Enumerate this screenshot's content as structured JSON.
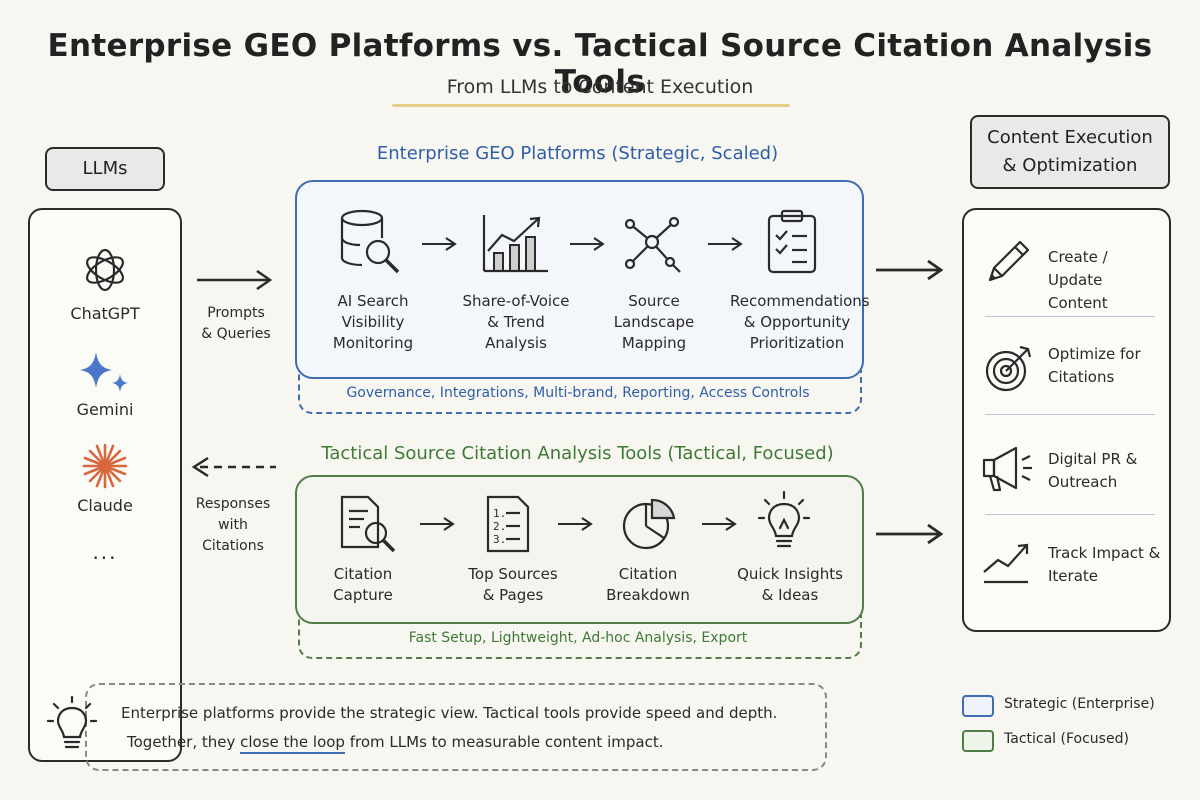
{
  "title": "Enterprise GEO Platforms vs. Tactical Source Citation Analysis Tools",
  "subtitle": "From LLMs to Content Execution",
  "colors": {
    "strategic": "#3f6db3",
    "tactical": "#4f7f44",
    "accent_yellow": "#e4cf86",
    "claude_orange": "#d9673c",
    "gemini_blue": "#4a78c8"
  },
  "llms": {
    "header": "LLMs",
    "items": [
      {
        "label": "ChatGPT",
        "icon": "openai-knot-icon"
      },
      {
        "label": "Gemini",
        "icon": "sparkle-icon"
      },
      {
        "label": "Claude",
        "icon": "asterisk-burst-icon"
      }
    ],
    "more": "..."
  },
  "flows": {
    "prompts_label": "Prompts\n& Queries",
    "responses_label": "Responses\nwith\nCitations"
  },
  "strategic": {
    "title": "Enterprise GEO Platforms (Strategic, Scaled)",
    "steps": [
      {
        "label": "AI Search\nVisibility\nMonitoring",
        "icon": "database-search-icon"
      },
      {
        "label": "Share-of-Voice\n& Trend\nAnalysis",
        "icon": "bar-trend-icon"
      },
      {
        "label": "Source\nLandscape\nMapping",
        "icon": "network-nodes-icon"
      },
      {
        "label": "Recommendations\n& Opportunity\nPrioritization",
        "icon": "clipboard-checklist-icon"
      }
    ],
    "footer": "Governance, Integrations, Multi-brand, Reporting, Access Controls"
  },
  "tactical": {
    "title": "Tactical Source Citation Analysis Tools (Tactical, Focused)",
    "steps": [
      {
        "label": "Citation\nCapture",
        "icon": "document-search-icon"
      },
      {
        "label": "Top Sources\n& Pages",
        "icon": "numbered-list-icon"
      },
      {
        "label": "Citation\nBreakdown",
        "icon": "pie-chart-icon"
      },
      {
        "label": "Quick Insights\n& Ideas",
        "icon": "lightbulb-icon"
      }
    ],
    "footer": "Fast Setup, Lightweight, Ad-hoc Analysis, Export"
  },
  "execution": {
    "header": "Content Execution\n& Optimization",
    "actions": [
      {
        "label": "Create / Update\nContent",
        "icon": "pencil-icon"
      },
      {
        "label": "Optimize for\nCitations",
        "icon": "target-icon"
      },
      {
        "label": "Digital PR &\nOutreach",
        "icon": "megaphone-icon"
      },
      {
        "label": "Track Impact &\nIterate",
        "icon": "trend-up-icon"
      }
    ]
  },
  "note": {
    "line1": "Enterprise platforms provide the strategic view. Tactical tools provide speed and depth.",
    "line2_before": "Together, they ",
    "line2_highlight": "close the loop",
    "line2_after": " from LLMs to measurable content impact."
  },
  "legend": [
    {
      "label": "Strategic (Enterprise)",
      "color": "#3f6db3",
      "fill": "#eef2fa"
    },
    {
      "label": "Tactical (Focused)",
      "color": "#4f7f44",
      "fill": "#eef4ea"
    }
  ]
}
